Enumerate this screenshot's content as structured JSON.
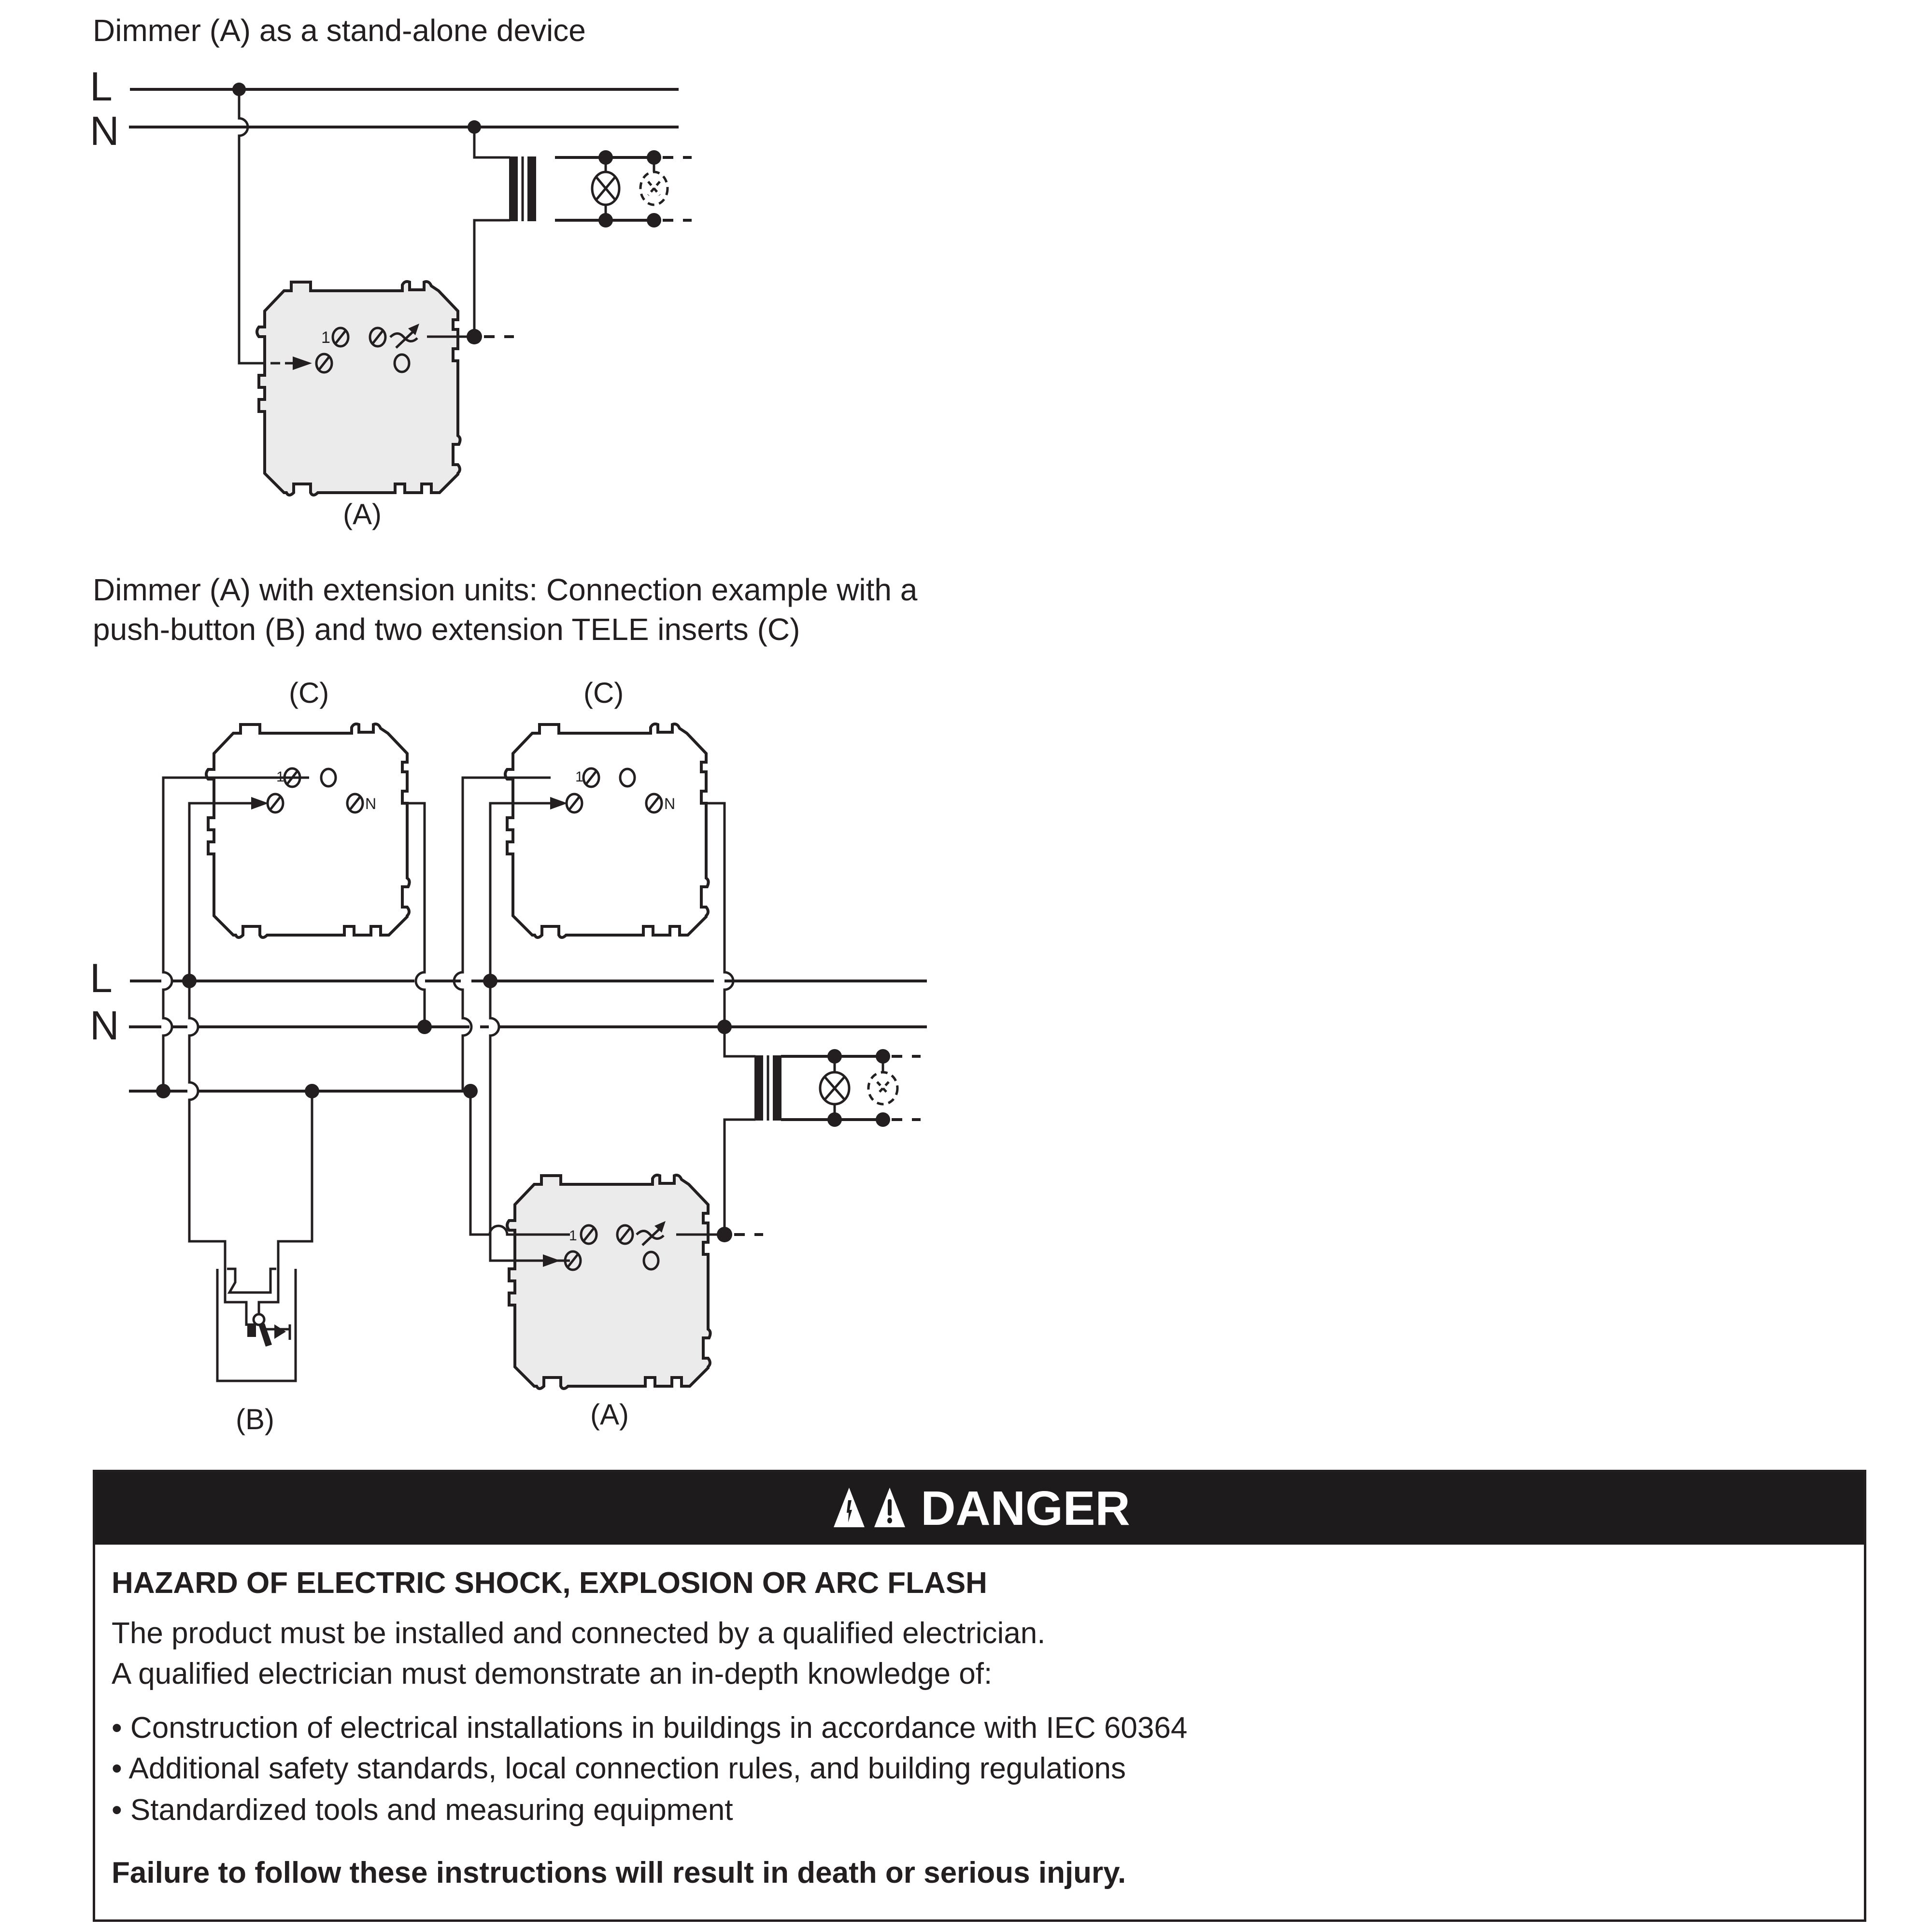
{
  "diagram1": {
    "title": "Dimmer (A) as a stand-alone device",
    "bus_labels": {
      "line": "L",
      "neutral": "N"
    },
    "device_label": "(A)",
    "terminal_label_1": "1"
  },
  "diagram2": {
    "title_line1": "Dimmer (A) with extension units: Connection example with a",
    "title_line2": "push-button (B) and two extension TELE inserts (C)",
    "bus_labels": {
      "line": "L",
      "neutral": "N"
    },
    "device_labels": {
      "extension_left": "(C)",
      "extension_right": "(C)",
      "push_button": "(B)",
      "dimmer": "(A)"
    },
    "terminal_label_1": "1",
    "terminal_label_n": "N"
  },
  "danger": {
    "header_title": "DANGER",
    "header_icons": [
      "electric-shock-warning-icon",
      "general-warning-icon"
    ],
    "heading": "HAZARD OF ELECTRIC SHOCK, EXPLOSION OR ARC FLASH",
    "paragraph_line1": "The product must be installed and connected by a qualified electrician.",
    "paragraph_line2": "A qualified electrician must demonstrate an in-depth knowledge of:",
    "bullets": [
      "• Construction of electrical installations in buildings in accordance with IEC 60364",
      "• Additional safety standards, local connection rules, and building regulations",
      "• Standardized tools and measuring equipment"
    ],
    "final": "Failure to follow these instructions will result in death or serious injury.",
    "colors": {
      "header_bg": "#1d1b1c",
      "header_text": "#ffffff",
      "border": "#231f20"
    }
  },
  "colors": {
    "ink": "#231f20",
    "device_fill": "#ebebeb",
    "insert_fill": "#ffffff"
  }
}
